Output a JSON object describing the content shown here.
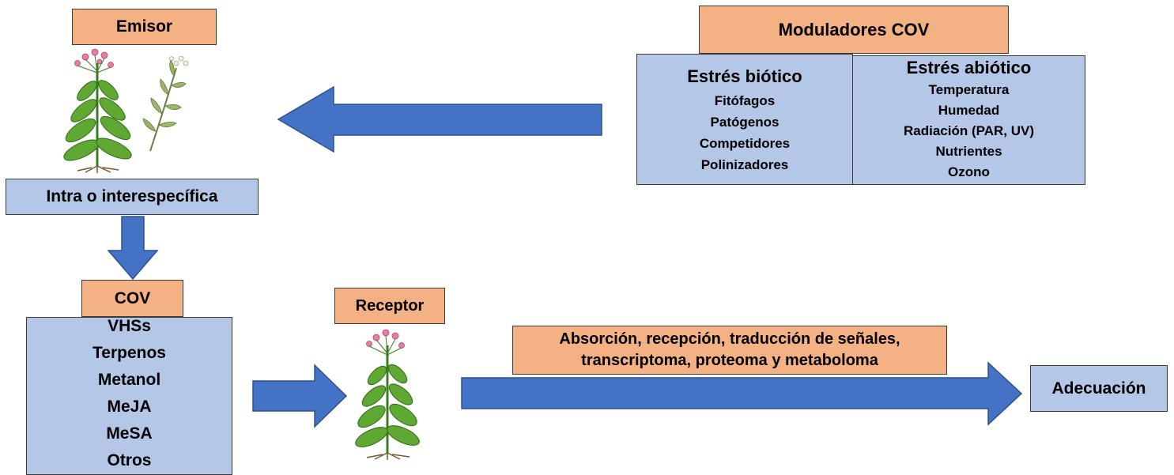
{
  "emisor": {
    "title": "Emisor",
    "relation": "Intra o interespecífica"
  },
  "moduladores": {
    "title": "Moduladores COV",
    "biotico": {
      "title": "Estrés biótico",
      "items": [
        "Fitófagos",
        "Patógenos",
        "Competidores",
        "Polinizadores"
      ]
    },
    "abiotico": {
      "title": "Estrés abiótico",
      "items": [
        "Temperatura",
        "Humedad",
        "Radiación (PAR, UV)",
        "Nutrientes",
        "Ozono"
      ]
    }
  },
  "cov": {
    "title": "COV",
    "items": [
      "VHSs",
      "Terpenos",
      "Metanol",
      "MeJA",
      "MeSA",
      "Otros"
    ]
  },
  "receptor": {
    "title": "Receptor"
  },
  "proceso": {
    "lines": [
      "Absorción, recepción, traducción de señales,",
      "transcriptoma, proteoma y metaboloma"
    ]
  },
  "resultado": {
    "label": "Adecuación"
  },
  "colors": {
    "orange_box": "#f4b183",
    "blue_box": "#b4c7e7",
    "arrow": "#4472c4",
    "arrow_border": "#2f528f"
  },
  "icons": [
    "tobacco-plant-icon",
    "wild-herb-icon"
  ]
}
